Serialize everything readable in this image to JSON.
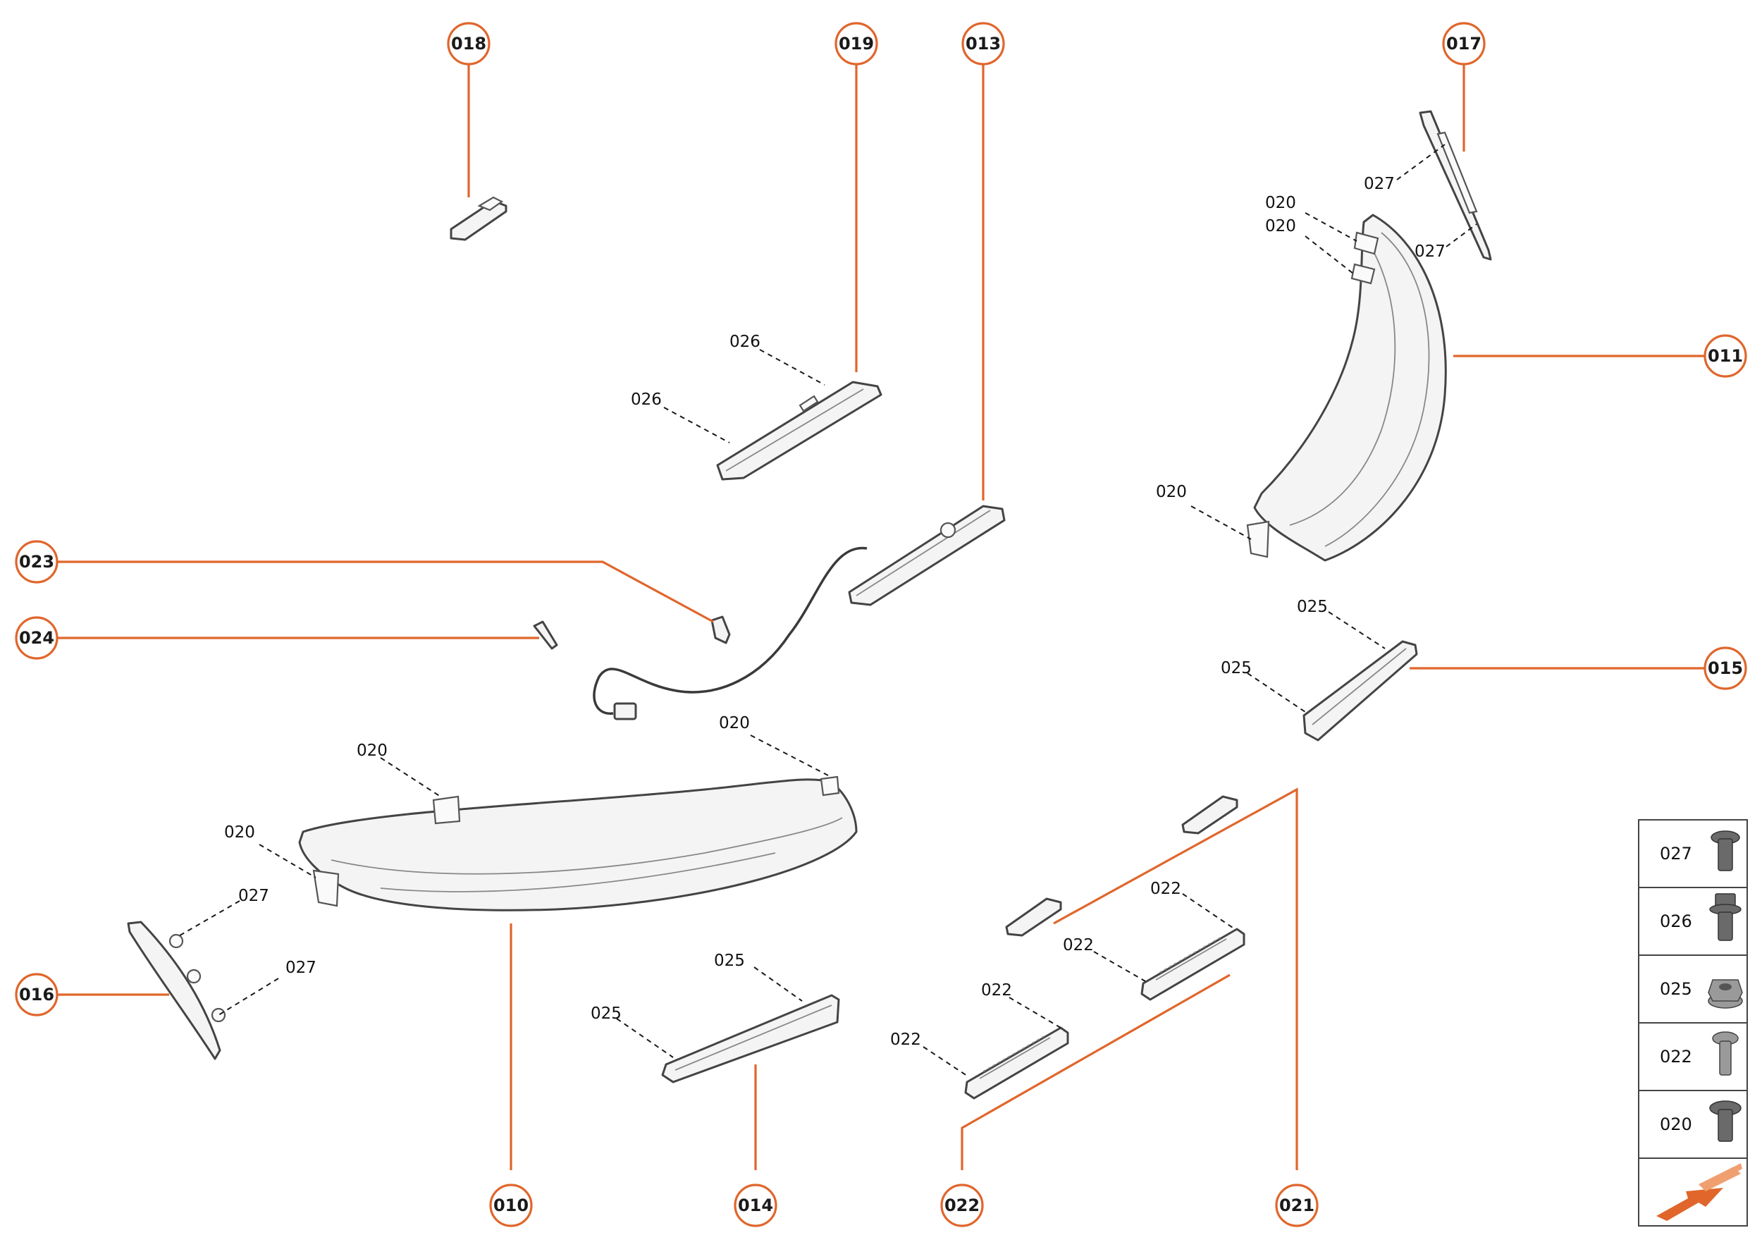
{
  "callouts": {
    "c018": "018",
    "c019": "019",
    "c013": "013",
    "c017": "017",
    "c011": "011",
    "c023": "023",
    "c024": "024",
    "c015": "015",
    "c016": "016",
    "c010": "010",
    "c014": "014",
    "c022": "022",
    "c021": "021"
  },
  "labels": {
    "l026a": "026",
    "l026b": "026",
    "l027a": "027",
    "l027b": "027",
    "l020a": "020",
    "l020b": "020",
    "l020c": "020",
    "l020d": "020",
    "l020e": "020",
    "l020f": "020",
    "l027c": "027",
    "l027d": "027",
    "l025a": "025",
    "l025b": "025",
    "l025c": "025",
    "l025d": "025",
    "l022a": "022",
    "l022b": "022",
    "l022c": "022",
    "l022d": "022"
  },
  "legend": {
    "items": [
      "027",
      "026",
      "025",
      "022",
      "020"
    ],
    "icons": [
      "torx-flange-screw-icon",
      "hex-flange-bolt-icon",
      "hex-flange-nut-icon",
      "pan-head-screw-icon",
      "torx-flange-screw-icon"
    ],
    "direction_icon": "direction-arrow-icon"
  },
  "colors": {
    "accent": "#e0662b",
    "line": "#1a1a1a"
  }
}
